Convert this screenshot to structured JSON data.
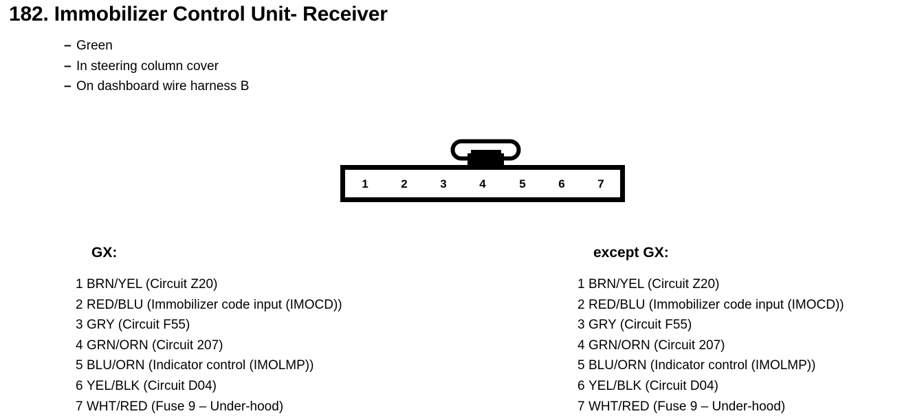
{
  "page": {
    "title": "182. Immobilizer Control Unit- Receiver",
    "notes": [
      {
        "dash": "–",
        "text": "Green"
      },
      {
        "dash": "–",
        "text": "In steering column cover"
      },
      {
        "dash": "–",
        "text": "On dashboard wire harness B"
      }
    ]
  },
  "connector": {
    "name": "7-pin connector with latch tab",
    "latch_icon": "connector-latch-icon",
    "pin_count": 7,
    "pins": [
      "1",
      "2",
      "3",
      "4",
      "5",
      "6",
      "7"
    ],
    "latch_above_pin": "4",
    "stroke_color": "#000000",
    "fill_color": "#ffffff"
  },
  "legend": {
    "gx": {
      "heading": "GX:",
      "rows": [
        {
          "pin": "1",
          "desc": "BRN/YEL (Circuit Z20)"
        },
        {
          "pin": "2",
          "desc": "RED/BLU (Immobilizer code input (IMOCD))"
        },
        {
          "pin": "3",
          "desc": "GRY (Circuit F55)"
        },
        {
          "pin": "4",
          "desc": "GRN/ORN (Circuit 207)"
        },
        {
          "pin": "5",
          "desc": "BLU/ORN (Indicator control (IMOLMP))"
        },
        {
          "pin": "6",
          "desc": "YEL/BLK (Circuit D04)"
        },
        {
          "pin": "7",
          "desc": "WHT/RED (Fuse 9 – Under-hood)"
        }
      ]
    },
    "except_gx": {
      "heading": "except GX:",
      "rows": [
        {
          "pin": "1",
          "desc": "BRN/YEL (Circuit Z20)"
        },
        {
          "pin": "2",
          "desc": "RED/BLU (Immobilizer code input (IMOCD))"
        },
        {
          "pin": "3",
          "desc": "GRY (Circuit F55)"
        },
        {
          "pin": "4",
          "desc": "GRN/ORN (Circuit 207)"
        },
        {
          "pin": "5",
          "desc": "BLU/ORN (Indicator control (IMOLMP))"
        },
        {
          "pin": "6",
          "desc": "YEL/BLK (Circuit D04)"
        },
        {
          "pin": "7",
          "desc": "WHT/RED (Fuse 9 – Under-hood)"
        }
      ]
    }
  }
}
